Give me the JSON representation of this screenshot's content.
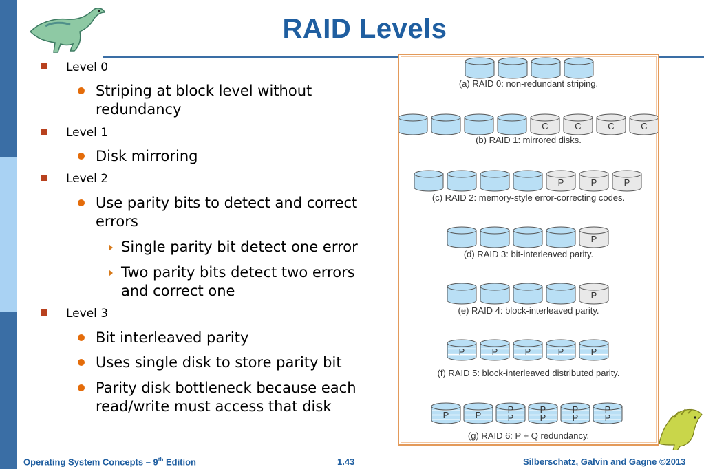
{
  "slide": {
    "title": "RAID Levels",
    "bullets": {
      "level0": "Level 0",
      "level0_sub1": "Striping at block level without",
      "level0_sub1b": "redundancy",
      "level1": "Level 1",
      "level1_sub1": "Disk mirroring",
      "level2": "Level 2",
      "level2_sub1": "Use parity bits to detect and correct",
      "level2_sub1b": "errors",
      "level2_sub1_a": "Single parity bit detect one error",
      "level2_sub1_b": "Two parity bits detect two errors",
      "level2_sub1_bb": "and correct one",
      "level3": "Level 3",
      "level3_sub1": "Bit interleaved parity",
      "level3_sub2": "Uses single disk to store parity bit",
      "level3_sub3": "Parity disk bottleneck because each",
      "level3_sub3b": "read/write must access that disk"
    }
  },
  "figure": {
    "captions": [
      "(a) RAID 0: non-redundant striping.",
      "(b) RAID 1: mirrored disks.",
      "(c) RAID 2: memory-style error-correcting codes.",
      "(d) RAID 3: bit-interleaved parity.",
      "(e) RAID 4: block-interleaved parity.",
      "(f) RAID 5: block-interleaved distributed parity.",
      "(g) RAID 6: P + Q redundancy."
    ],
    "rows": [
      {
        "disks": [
          "",
          "",
          "",
          ""
        ]
      },
      {
        "disks": [
          "",
          "",
          "",
          "",
          "C",
          "C",
          "C",
          "C"
        ]
      },
      {
        "disks": [
          "",
          "",
          "",
          "",
          "P",
          "P",
          "P"
        ]
      },
      {
        "disks": [
          "",
          "",
          "",
          "",
          "P"
        ]
      },
      {
        "disks": [
          "",
          "",
          "",
          "",
          "P"
        ]
      },
      {
        "disks": [
          "P",
          "P",
          "P",
          "P",
          "P"
        ]
      },
      {
        "disks": [
          "P",
          "P",
          "P P",
          "P P",
          "P P",
          "P P"
        ]
      }
    ],
    "colors": {
      "data_disk": "#b9dff5",
      "parity_disk": "#e9e9e9",
      "disk_stroke": "#555555"
    }
  },
  "footer": {
    "left_prefix": "Operating System Concepts – 9",
    "left_sup": "th",
    "left_suffix": " Edition",
    "center": "1.43",
    "right": "Silberschatz, Galvin and Gagne ©2013"
  }
}
